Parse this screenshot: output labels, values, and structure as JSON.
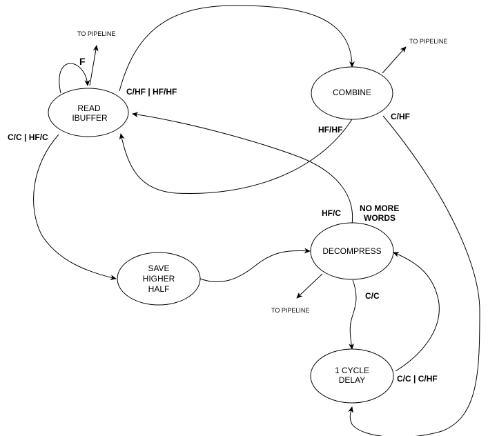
{
  "states": {
    "read": [
      "READ",
      "IBUFFER"
    ],
    "combine": [
      "COMBINE"
    ],
    "save": [
      "SAVE",
      "HIGHER",
      "HALF"
    ],
    "decompress": [
      "DECOMPRESS"
    ],
    "delay": [
      "1 CYCLE",
      "DELAY"
    ]
  },
  "transitions": {
    "f": "F",
    "read_to_combine": "C/HF | HF/HF",
    "read_to_save": "C/C | HF/C",
    "combine_to_read": "HF/HF",
    "combine_to_delay": "C/HF",
    "decompress_hfc": "HF/C",
    "no_more_words_1": "NO MORE",
    "no_more_words_2": "WORDS",
    "decompress_to_delay": "C/C",
    "delay_to_decompress": "C/C | C/HF"
  },
  "outputs": {
    "read": "TO PIPELINE",
    "combine": "TO PIPELINE",
    "decompress": "TO PIPELINE"
  }
}
